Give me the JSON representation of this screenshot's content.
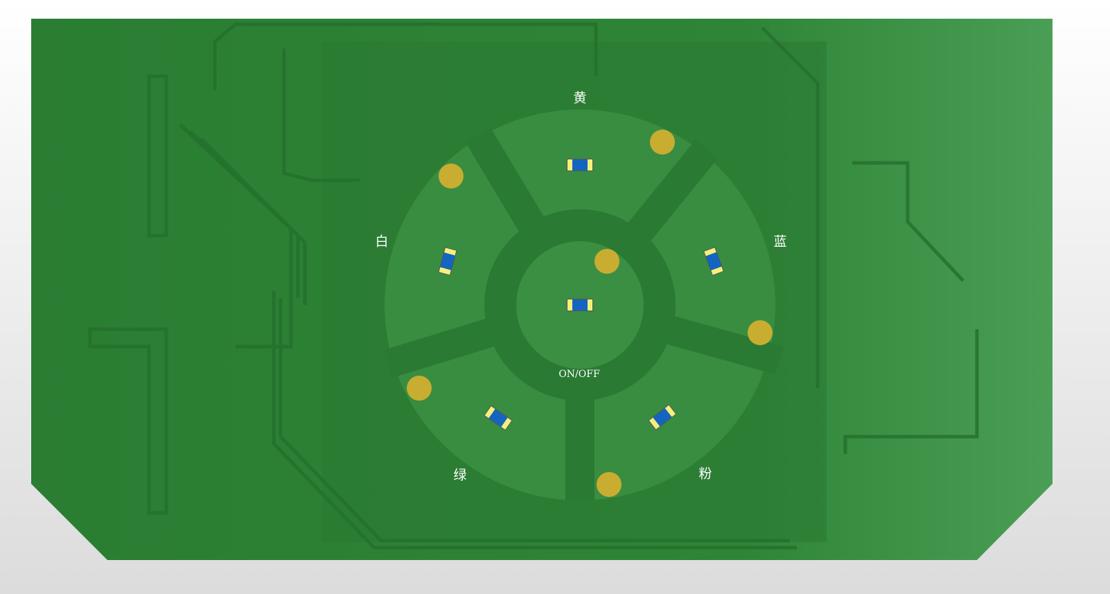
{
  "board": {
    "silkscreen_labels": {
      "yellow": "黄",
      "white": "白",
      "blue": "蓝",
      "green": "绿",
      "pink": "粉",
      "power": "ON/OFF"
    },
    "colors": {
      "board": "#2a7d32",
      "board_light": "#3a9144",
      "trace_dark": "#236f2e",
      "pad_gold": "#c9ad30",
      "led_body": "#1565c0",
      "led_terminal": "#f5f07a"
    }
  }
}
